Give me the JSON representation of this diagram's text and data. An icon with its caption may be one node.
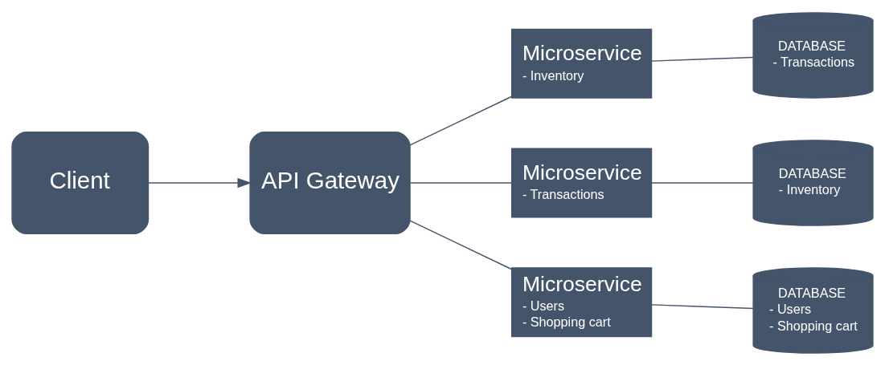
{
  "diagram": {
    "nodes": [
      {
        "text": [
          "Client"
        ]
      },
      {
        "text": [
          "API Gateway"
        ]
      },
      {
        "text": [
          "Microservice",
          "- Inventory"
        ]
      },
      {
        "text": [
          "DATABASE",
          "- Transactions"
        ]
      },
      {
        "text": [
          "Microservice",
          "- Transactions"
        ]
      },
      {
        "text": [
          "DATABASE",
          "- Inventory"
        ]
      },
      {
        "text": [
          "Microservice",
          "- Users",
          "- Shopping cart"
        ]
      },
      {
        "text": [
          "DATABASE",
          "- Users",
          "- Shopping cart"
        ]
      }
    ],
    "edges": [
      {
        "from": 0,
        "to": 1,
        "arrow": "to"
      },
      {
        "from": 1,
        "to": 2,
        "arrow": "none"
      },
      {
        "from": 1,
        "to": 4,
        "arrow": "none"
      },
      {
        "from": 1,
        "to": 6,
        "arrow": "none"
      },
      {
        "from": 2,
        "to": 3,
        "arrow": "none"
      },
      {
        "from": 4,
        "to": 5,
        "arrow": "none"
      },
      {
        "from": 6,
        "to": 7,
        "arrow": "none"
      }
    ]
  }
}
